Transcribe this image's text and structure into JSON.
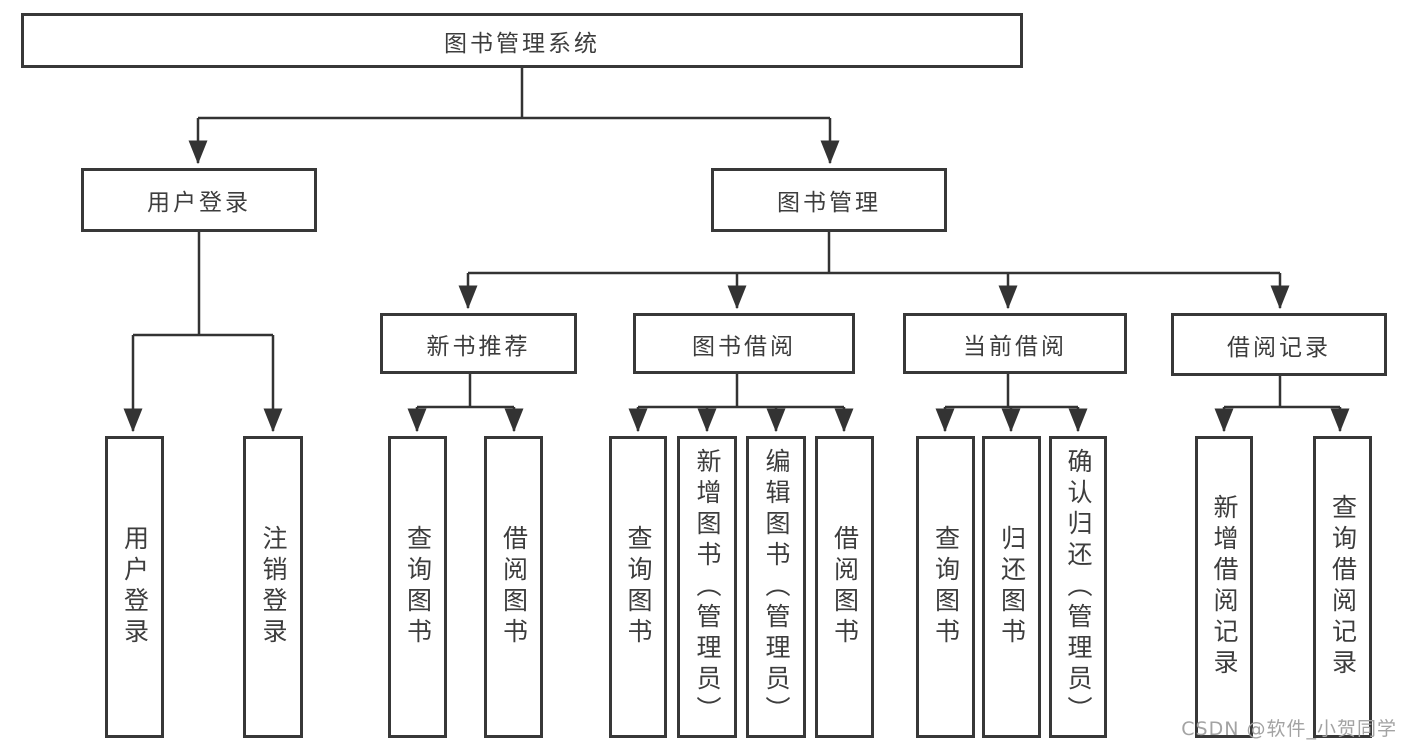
{
  "diagram": {
    "root": {
      "label": "图书管理系统"
    },
    "branches": [
      {
        "label": "用户登录",
        "children": [
          {
            "label": "用户登录"
          },
          {
            "label": "注销登录"
          }
        ]
      },
      {
        "label": "图书管理",
        "children": [
          {
            "label": "新书推荐",
            "children": [
              {
                "label": "查询图书"
              },
              {
                "label": "借阅图书"
              }
            ]
          },
          {
            "label": "图书借阅",
            "children": [
              {
                "label": "查询图书"
              },
              {
                "label": "新增图书（管理员）"
              },
              {
                "label": "编辑图书（管理员）"
              },
              {
                "label": "借阅图书"
              }
            ]
          },
          {
            "label": "当前借阅",
            "children": [
              {
                "label": "查询图书"
              },
              {
                "label": "归还图书"
              },
              {
                "label": "确认归还（管理员）"
              }
            ]
          },
          {
            "label": "借阅记录",
            "children": [
              {
                "label": "新增借阅记录"
              },
              {
                "label": "查询借阅记录"
              }
            ]
          }
        ]
      }
    ]
  },
  "watermark": {
    "text": "CSDN @软件_小贺同学"
  },
  "colors": {
    "border": "#383838",
    "line": "#333333",
    "text": "#3d3d3d",
    "watermark": "#a3a3a3"
  }
}
